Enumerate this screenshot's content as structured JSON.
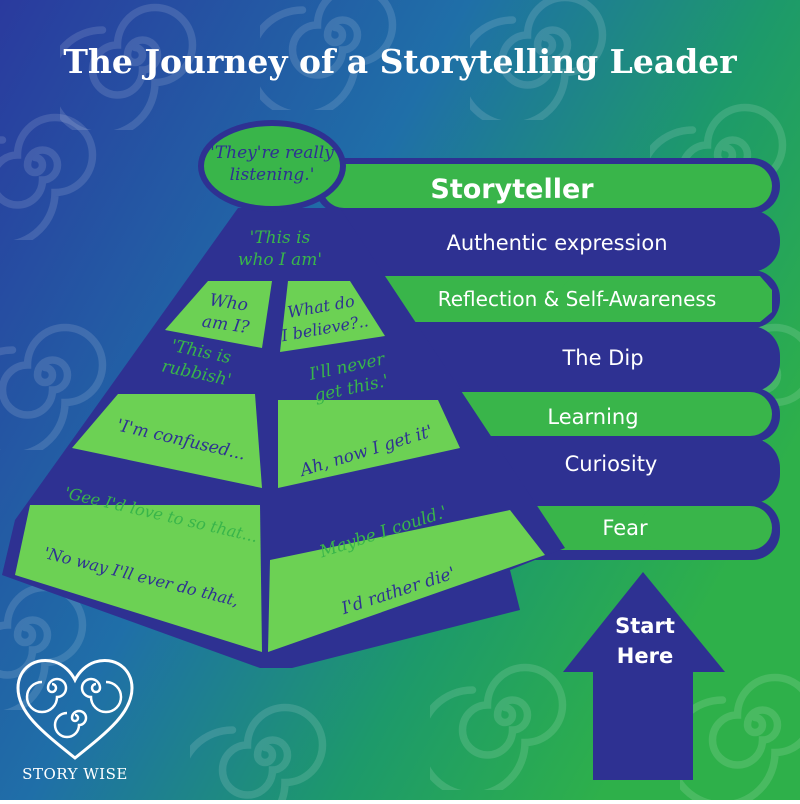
{
  "title": "The Journey of a Storytelling Leader",
  "brand": "STORY WISE",
  "colors": {
    "navy": "#2e3192",
    "green": "#39b54a",
    "lightGreen": "#6cd154"
  },
  "stages": [
    {
      "label": "Storyteller",
      "fill": "green"
    },
    {
      "label": "Authentic expression",
      "fill": "navy"
    },
    {
      "label": "Reflection & Self-Awareness",
      "fill": "green"
    },
    {
      "label": "The Dip",
      "fill": "navy"
    },
    {
      "label": "Learning",
      "fill": "green"
    },
    {
      "label": "Curiosity",
      "fill": "navy"
    },
    {
      "label": "Fear",
      "fill": "green"
    }
  ],
  "quotes": {
    "listening": [
      "'They're really",
      "listening.'"
    ],
    "who_i_am": [
      "'This is",
      "who I am'"
    ],
    "who_am_i": [
      "Who",
      "am I?"
    ],
    "what_do_i_believe": [
      "What do",
      "I believe?.."
    ],
    "rubbish": [
      "'This is",
      "rubbish'"
    ],
    "never_get": [
      "I'll never",
      "get this.'"
    ],
    "confused": [
      "'I'm confused..."
    ],
    "get_it": [
      "Ah, now I get it'"
    ],
    "love_to": [
      "'Gee I'd love to so that..."
    ],
    "maybe": [
      "Maybe I could.'"
    ],
    "no_way": [
      "'No way I'll ever do that,"
    ],
    "rather_die": [
      "I'd rather die'"
    ]
  },
  "start": [
    "Start",
    "Here"
  ]
}
